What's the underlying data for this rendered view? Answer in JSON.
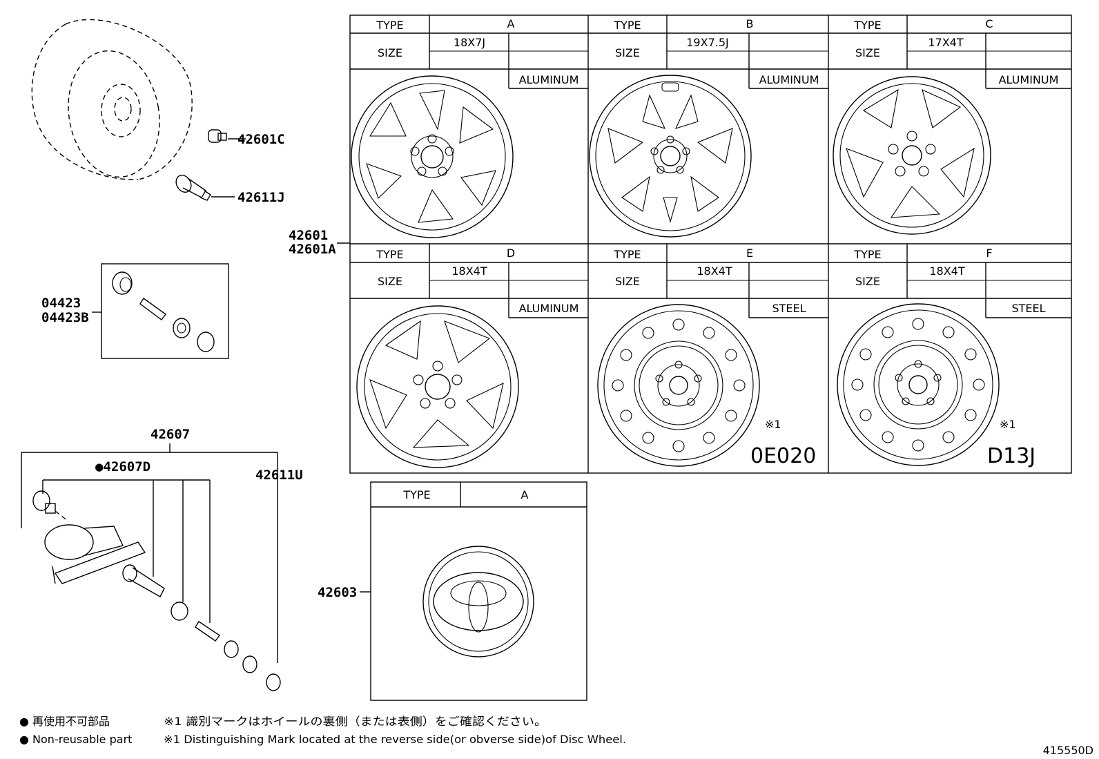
{
  "parts": {
    "wheel_bolt": "42601C",
    "valve_stem": "42611J",
    "wheel_main": "42601",
    "wheel_main_alt": "42601A",
    "valve_kit": "04423",
    "valve_kit_alt": "04423B",
    "tpms_assembly": "42607",
    "tpms_sub": "42607D",
    "tpms_valve": "42611U",
    "center_cap": "42603"
  },
  "table": {
    "type_label": "TYPE",
    "size_label": "SIZE",
    "wheels": [
      {
        "type": "A",
        "size": "18X7J",
        "material": "ALUMINUM",
        "mark": ""
      },
      {
        "type": "B",
        "size": "19X7.5J",
        "material": "ALUMINUM",
        "mark": ""
      },
      {
        "type": "C",
        "size": "17X4T",
        "material": "ALUMINUM",
        "mark": ""
      },
      {
        "type": "D",
        "size": "18X4T",
        "material": "ALUMINUM",
        "mark": ""
      },
      {
        "type": "E",
        "size": "18X4T",
        "material": "STEEL",
        "mark": "0E020"
      },
      {
        "type": "F",
        "size": "18X4T",
        "material": "STEEL",
        "mark": "D13J"
      }
    ],
    "note_ref": "※1",
    "cap": {
      "type": "A"
    }
  },
  "notes": {
    "jp_nonreusable": "● 再使用不可部品",
    "en_nonreusable": "● Non-reusable part",
    "jp_mark": "※1 識別マークはホイールの裏側（または表側）をご確認ください。",
    "en_mark": "※1 Distinguishing Mark located at the reverse side(or obverse side)of Disc Wheel.",
    "bullet_sub": "●"
  },
  "diagram_id": "415550D"
}
